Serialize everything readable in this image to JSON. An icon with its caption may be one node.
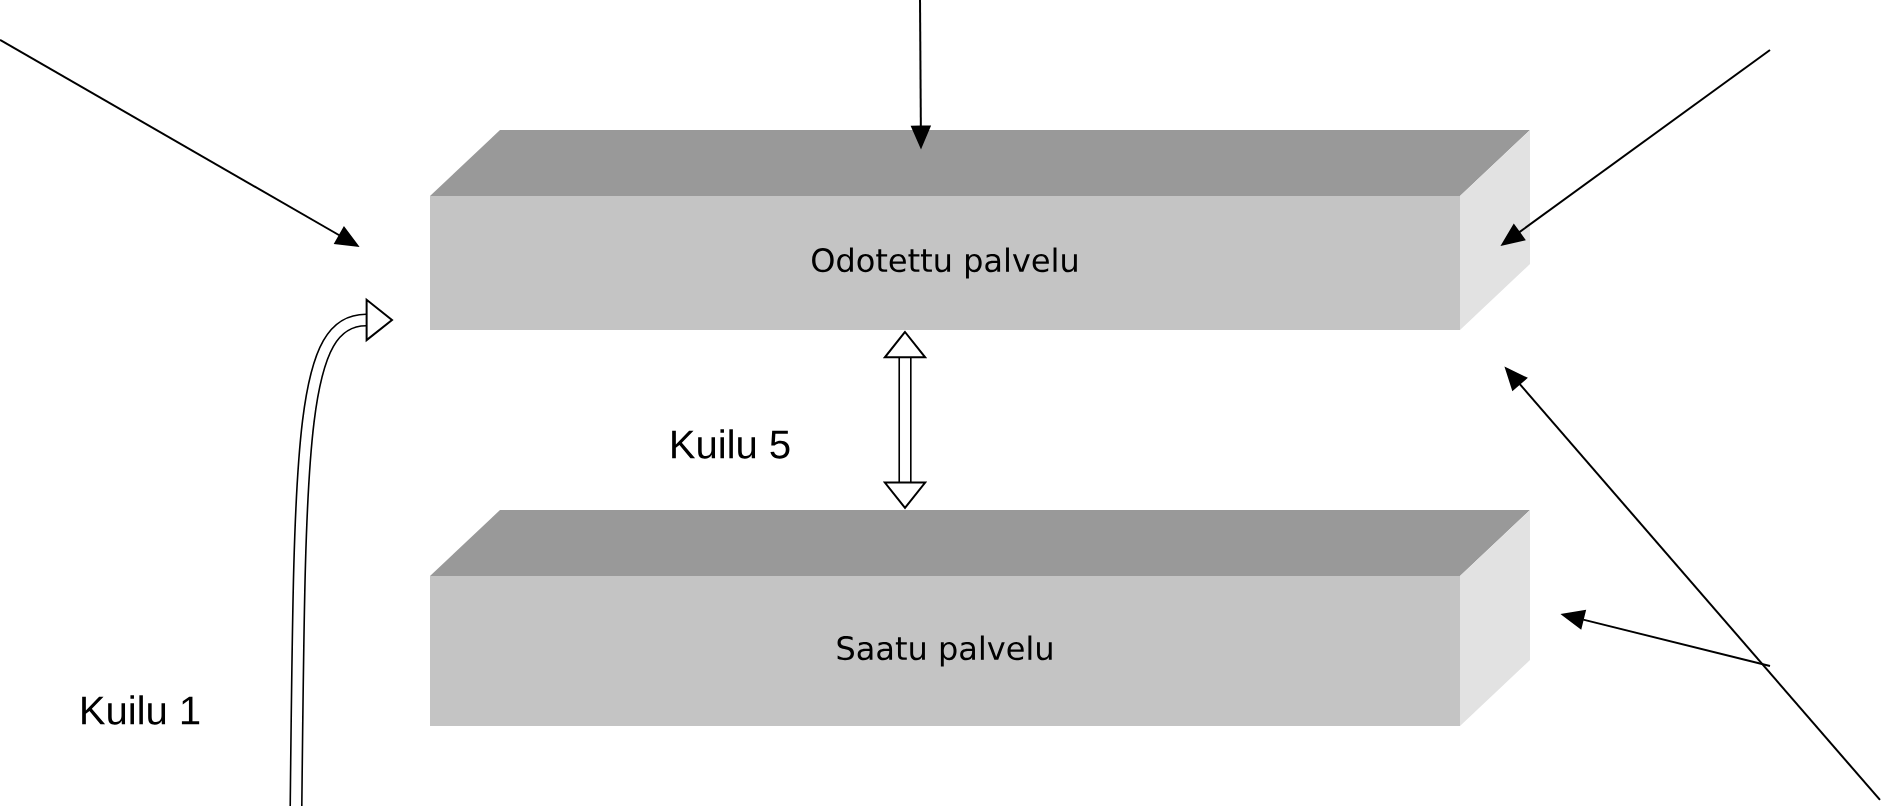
{
  "diagram": {
    "nodes": [
      {
        "text": [
          "Odotettu palvelu"
        ]
      },
      {
        "text": [
          "Saatu palvelu"
        ]
      }
    ],
    "edges": [
      {
        "from": null,
        "to": 0,
        "arrow": "to"
      },
      {
        "from": null,
        "to": 0,
        "arrow": "to"
      },
      {
        "from": null,
        "to": 0,
        "arrow": "to"
      },
      {
        "from": null,
        "to": 0,
        "arrow": "to"
      },
      {
        "from": null,
        "to": 1,
        "arrow": "to"
      },
      {
        "from": 0,
        "to": 1,
        "arrow": "both",
        "label": "Kuilu 5",
        "style": "thick"
      },
      {
        "from": null,
        "to": 0,
        "arrow": "to",
        "label": "Kuilu 1",
        "style": "thick"
      }
    ]
  }
}
